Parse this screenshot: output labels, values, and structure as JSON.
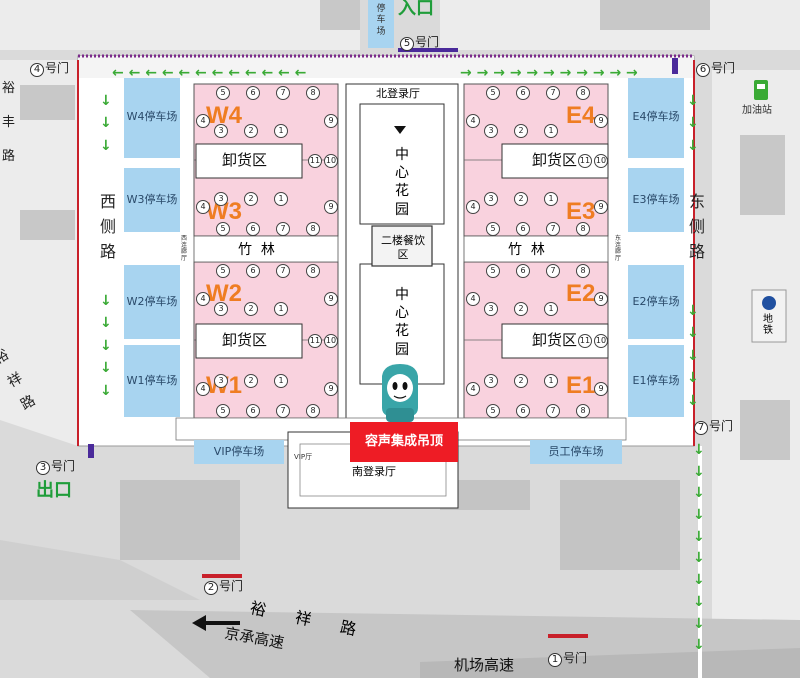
{
  "map": {
    "entrance_label": "入口",
    "exit_label": "出口",
    "roads": {
      "west_road": "西侧路",
      "east_road": "东侧路",
      "yuxiang_road": "裕祥路",
      "yuxiang_road_upper": "裕祥路",
      "jingcheng_expressway": "京承高速",
      "airport_road": "机场高速",
      "yufeng_road": "裕丰路"
    },
    "gates": [
      {
        "number": "1",
        "suffix": "号门"
      },
      {
        "number": "2",
        "suffix": "号门"
      },
      {
        "number": "3",
        "suffix": "号门"
      },
      {
        "number": "4",
        "suffix": "号门"
      },
      {
        "number": "5",
        "suffix": "号门"
      },
      {
        "number": "6",
        "suffix": "号门"
      },
      {
        "number": "7",
        "suffix": "号门"
      }
    ],
    "halls": {
      "w4": "W4",
      "w3": "W3",
      "w2": "W2",
      "w1": "W1",
      "e4": "E4",
      "e3": "E3",
      "e2": "E2",
      "e1": "E1"
    },
    "unloading_area": "卸货区",
    "bamboo_grove": "竹  林",
    "center_garden": "中心花园",
    "second_floor_dining": "二楼餐饮区",
    "north_registration": "北登录厅",
    "south_registration": "南登录厅",
    "parking": {
      "w4": "W4停车场",
      "w3": "W3停车场",
      "w2": "W2停车场",
      "w1": "W1停车场",
      "e4": "E4停车场",
      "e3": "E3停车场",
      "e2": "E2停车场",
      "e1": "E1停车场",
      "vip": "VIP停车场",
      "staff": "员工停车场",
      "top_parking": "停车场"
    },
    "gas_station": "加油站",
    "subway": "地铁",
    "vip_small": "VIP厅",
    "west_small": "西连廊厅",
    "east_small": "东连廊厅",
    "booth_label": "容声集成吊顶",
    "hall_door_numbers": [
      "1",
      "2",
      "3",
      "4",
      "5",
      "6",
      "7",
      "8",
      "9",
      "10",
      "11"
    ],
    "colors": {
      "hall": "#f9d2de",
      "parking": "#a8d4f0",
      "booth": "#ee1c25",
      "arrow": "#3aaa35",
      "hall_label": "#ef7d22",
      "exit": "#1f9d3a"
    }
  }
}
